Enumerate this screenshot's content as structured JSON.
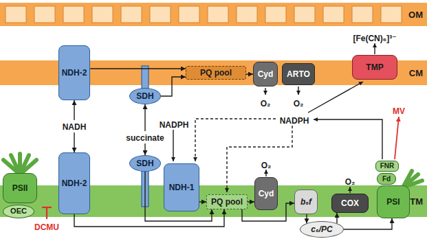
{
  "diagram": {
    "nodes": [
      {
        "text": [
          "OM"
        ]
      },
      {
        "text": [
          "CM"
        ]
      },
      {
        "text": [
          "NDH-2"
        ]
      },
      {
        "text": [
          "SDH"
        ]
      },
      {
        "text": [
          "PQ pool"
        ],
        "in": 1
      },
      {
        "text": [
          "Cyd"
        ]
      },
      {
        "text": [
          "ARTO"
        ]
      },
      {
        "text": [
          "TMP"
        ]
      },
      {
        "text": [
          "TM"
        ]
      },
      {
        "text": [
          "PSII"
        ]
      },
      {
        "text": [
          "OEC"
        ]
      },
      {
        "text": [
          "NDH-2"
        ]
      },
      {
        "text": [
          "SDH"
        ]
      },
      {
        "text": [
          "NDH-1"
        ]
      },
      {
        "text": [
          "PQ pool"
        ],
        "in": 8
      },
      {
        "text": [
          "Cyd"
        ]
      },
      {
        "text": [
          "b₆f"
        ]
      },
      {
        "text": [
          "COX"
        ]
      },
      {
        "text": [
          "c₆/PC"
        ]
      },
      {
        "text": [
          "PSI"
        ]
      },
      {
        "text": [
          "FNR"
        ]
      },
      {
        "text": [
          "Fd"
        ]
      }
    ],
    "edges": [
      {
        "from": 2,
        "to": 11,
        "label": "NADH",
        "arrow": "both"
      },
      {
        "from": 3,
        "to": 12,
        "label": "succinate",
        "arrow": "both"
      },
      {
        "from": 2,
        "to": 4,
        "arrow": "to"
      },
      {
        "from": 3,
        "to": 4,
        "arrow": "to"
      },
      {
        "from": 4,
        "to": 5,
        "arrow": "to"
      },
      {
        "from": 11,
        "to": 14,
        "arrow": "to"
      },
      {
        "from": 12,
        "to": 14,
        "arrow": "to"
      },
      {
        "from": 13,
        "to": 14,
        "arrow": "to"
      },
      {
        "from": 14,
        "to": 15,
        "arrow": "to"
      },
      {
        "from": 14,
        "to": 16,
        "arrow": "to"
      },
      {
        "from": 16,
        "to": 18,
        "arrow": "to"
      },
      {
        "from": 18,
        "to": 17,
        "arrow": "to"
      },
      {
        "from": 18,
        "to": 19,
        "arrow": "to"
      }
    ],
    "labels": [
      "[Fe(CN)₆]³⁻",
      "O₂",
      "O₂",
      "NADPH",
      "NADPH",
      "MV",
      "DCMU",
      "O₂",
      "O₂"
    ]
  }
}
